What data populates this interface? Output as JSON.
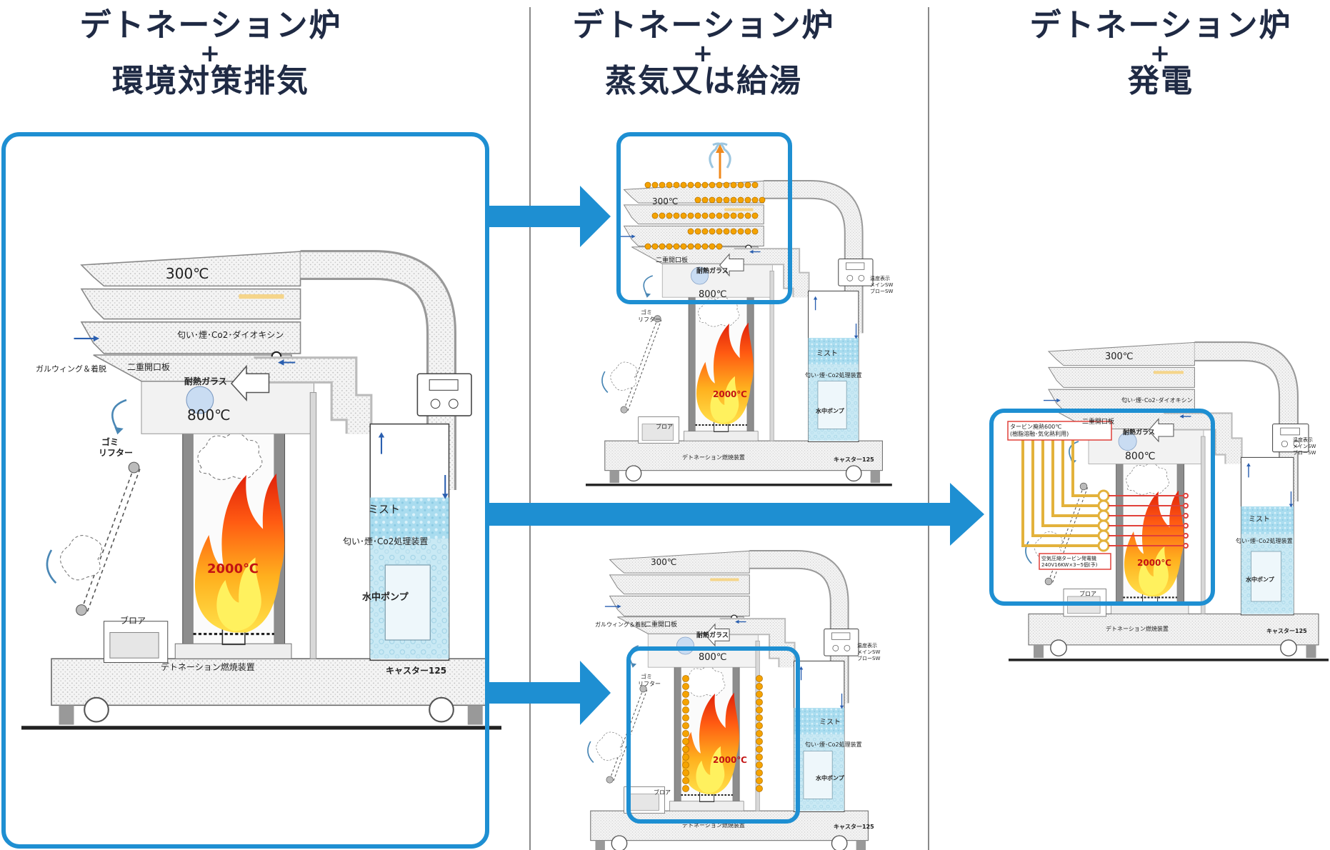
{
  "headings": [
    {
      "top": "デトネーション炉",
      "plus": "+",
      "bottom": "環境対策排気"
    },
    {
      "top": "デトネーション炉",
      "plus": "+",
      "bottom": "蒸気又は給湯"
    },
    {
      "top": "デトネーション炉",
      "plus": "+",
      "bottom": "発電"
    }
  ],
  "labels": {
    "exhaust_temp": "300℃",
    "chamber_temp": "800℃",
    "flame_temp": "2000℃",
    "odor_band": "匂い･煙･Co2･ダイオキシン",
    "gull_wing": "ガルウィング＆着脱",
    "double_port": "二重開口板",
    "glass": "耐熱ガラス",
    "trash_lifter": "ゴミ\nリフター",
    "blower": "ブロア",
    "burner": "デトネーション燃焼装置",
    "caster": "キャスター125",
    "mist": "ミスト",
    "treatment": "匂い･煙･Co2処理装置",
    "pump": "水中ポンプ",
    "panel_text": "温度表示\nメインSW\nブローSW",
    "turbine_heat": "タービン廃熱600℃\n(樹脂溶融･気化熱利用)",
    "turbine_gen": "空気圧縮タービン発電機\n240V16KW×3~5個(予)"
  },
  "colors": {
    "accent_blue": "#1e8fd2",
    "title_navy": "#1f2a44",
    "divider": "#8a8a8a",
    "coil_orange": "#f5a300",
    "turbine_gold": "#e3b23c",
    "mist_blue": "#a9dcef"
  }
}
